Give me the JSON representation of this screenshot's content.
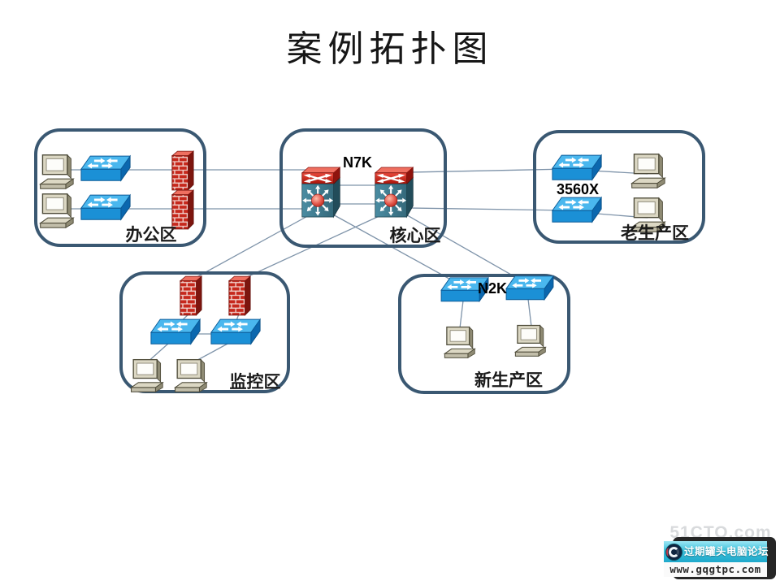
{
  "slide": {
    "title": "案例拓扑图"
  },
  "diagram": {
    "zones": [
      {
        "id": "office",
        "label": "办公区",
        "devices": [
          "pc",
          "switch",
          "firewall",
          "pc",
          "switch",
          "firewall"
        ]
      },
      {
        "id": "core",
        "label": "核心区",
        "device_label": "N7K",
        "devices": [
          "nexus7000-switch",
          "nexus7000-switch"
        ]
      },
      {
        "id": "old-production",
        "label": "老生产区",
        "device_label": "3560X",
        "devices": [
          "switch",
          "switch",
          "pc",
          "pc"
        ]
      },
      {
        "id": "monitoring",
        "label": "监控区",
        "devices": [
          "firewall",
          "firewall",
          "switch",
          "switch",
          "pc",
          "pc"
        ]
      },
      {
        "id": "new-production",
        "label": "新生产区",
        "device_label": "N2K",
        "devices": [
          "switch",
          "switch",
          "pc",
          "pc"
        ]
      }
    ]
  },
  "watermark": {
    "ghost_text": "51CTO.com",
    "forum_name": "过期罐头电脑论坛",
    "site_url": "www.gqgtpc.com",
    "logo": "c-ring-logo"
  },
  "colors": {
    "zone_border": "#3a5872",
    "link_line": "#7e93a9",
    "switch_blue": "#1b90d6",
    "firewall_red": "#c6281c",
    "nexus_body_teal": "#3f7f93",
    "nexus_cap_red": "#cf2b20",
    "pc_beige": "#dbd7c3",
    "watermark_banner": "#2fb7d6"
  }
}
